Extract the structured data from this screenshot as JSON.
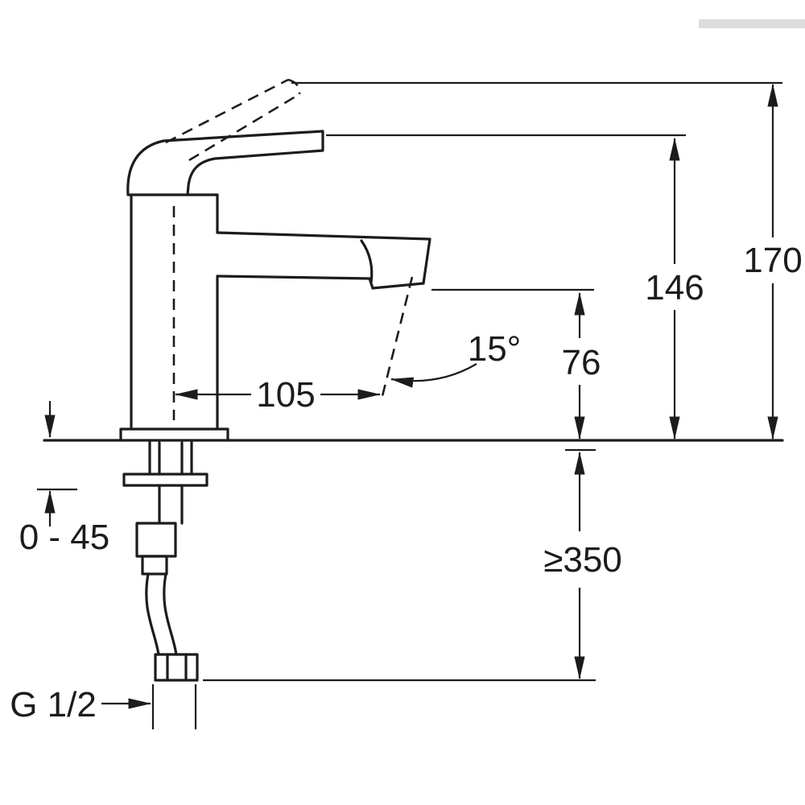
{
  "canvas": {
    "background": "#ffffff",
    "line_color": "#1c1c1c",
    "artifact_color": "#dcdcdc"
  },
  "drawing": {
    "subject": "single-hole basin mixer faucet side-view dimension drawing",
    "dimensions": {
      "total_height": "170",
      "handle_height": "146",
      "spout_height": "76",
      "min_clearance_below": "≥350",
      "spout_reach": "105",
      "spout_angle": "15°",
      "deck_thickness": "0 - 45",
      "connection_thread": "G 1/2"
    }
  }
}
